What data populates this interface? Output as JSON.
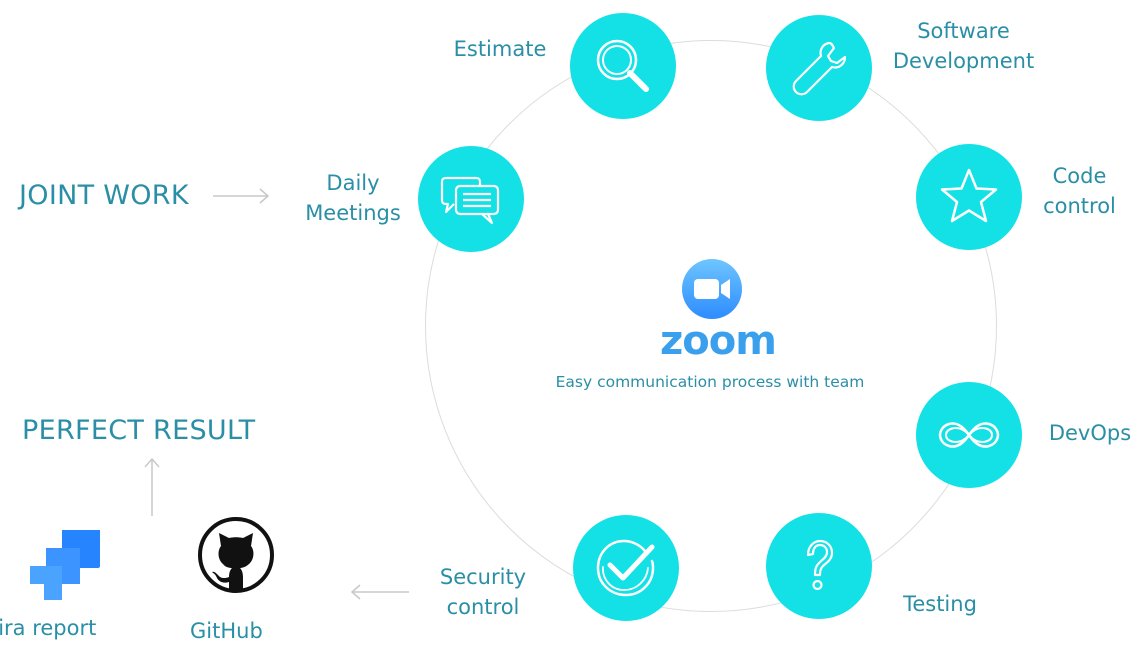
{
  "flow": {
    "joint_work": "JOINT WORK",
    "perfect_result": "PERFECT RESULT"
  },
  "center": {
    "brand": "zoom",
    "tagline": "Easy communication process with team"
  },
  "steps": [
    {
      "label": "Estimate",
      "icon": "magnifier-icon"
    },
    {
      "label": "Software\nDevelopment",
      "icon": "wrench-icon"
    },
    {
      "label": "Code\ncontrol",
      "icon": "star-icon"
    },
    {
      "label": "DevOps",
      "icon": "infinity-icon"
    },
    {
      "label": "Testing",
      "icon": "question-icon"
    },
    {
      "label": "Security\ncontrol",
      "icon": "check-icon"
    },
    {
      "label": "Daily\nMeetings",
      "icon": "chat-icon"
    }
  ],
  "tools": [
    {
      "label": "Jira report",
      "icon": "jira-logo"
    },
    {
      "label": "GitHub",
      "icon": "github-logo"
    }
  ],
  "colors": {
    "node": "#14e1e6",
    "text": "#2a8fa6",
    "ring": "#dcdcdc",
    "arrow": "#c8c8c8",
    "zoom": "#3aa0ee"
  }
}
